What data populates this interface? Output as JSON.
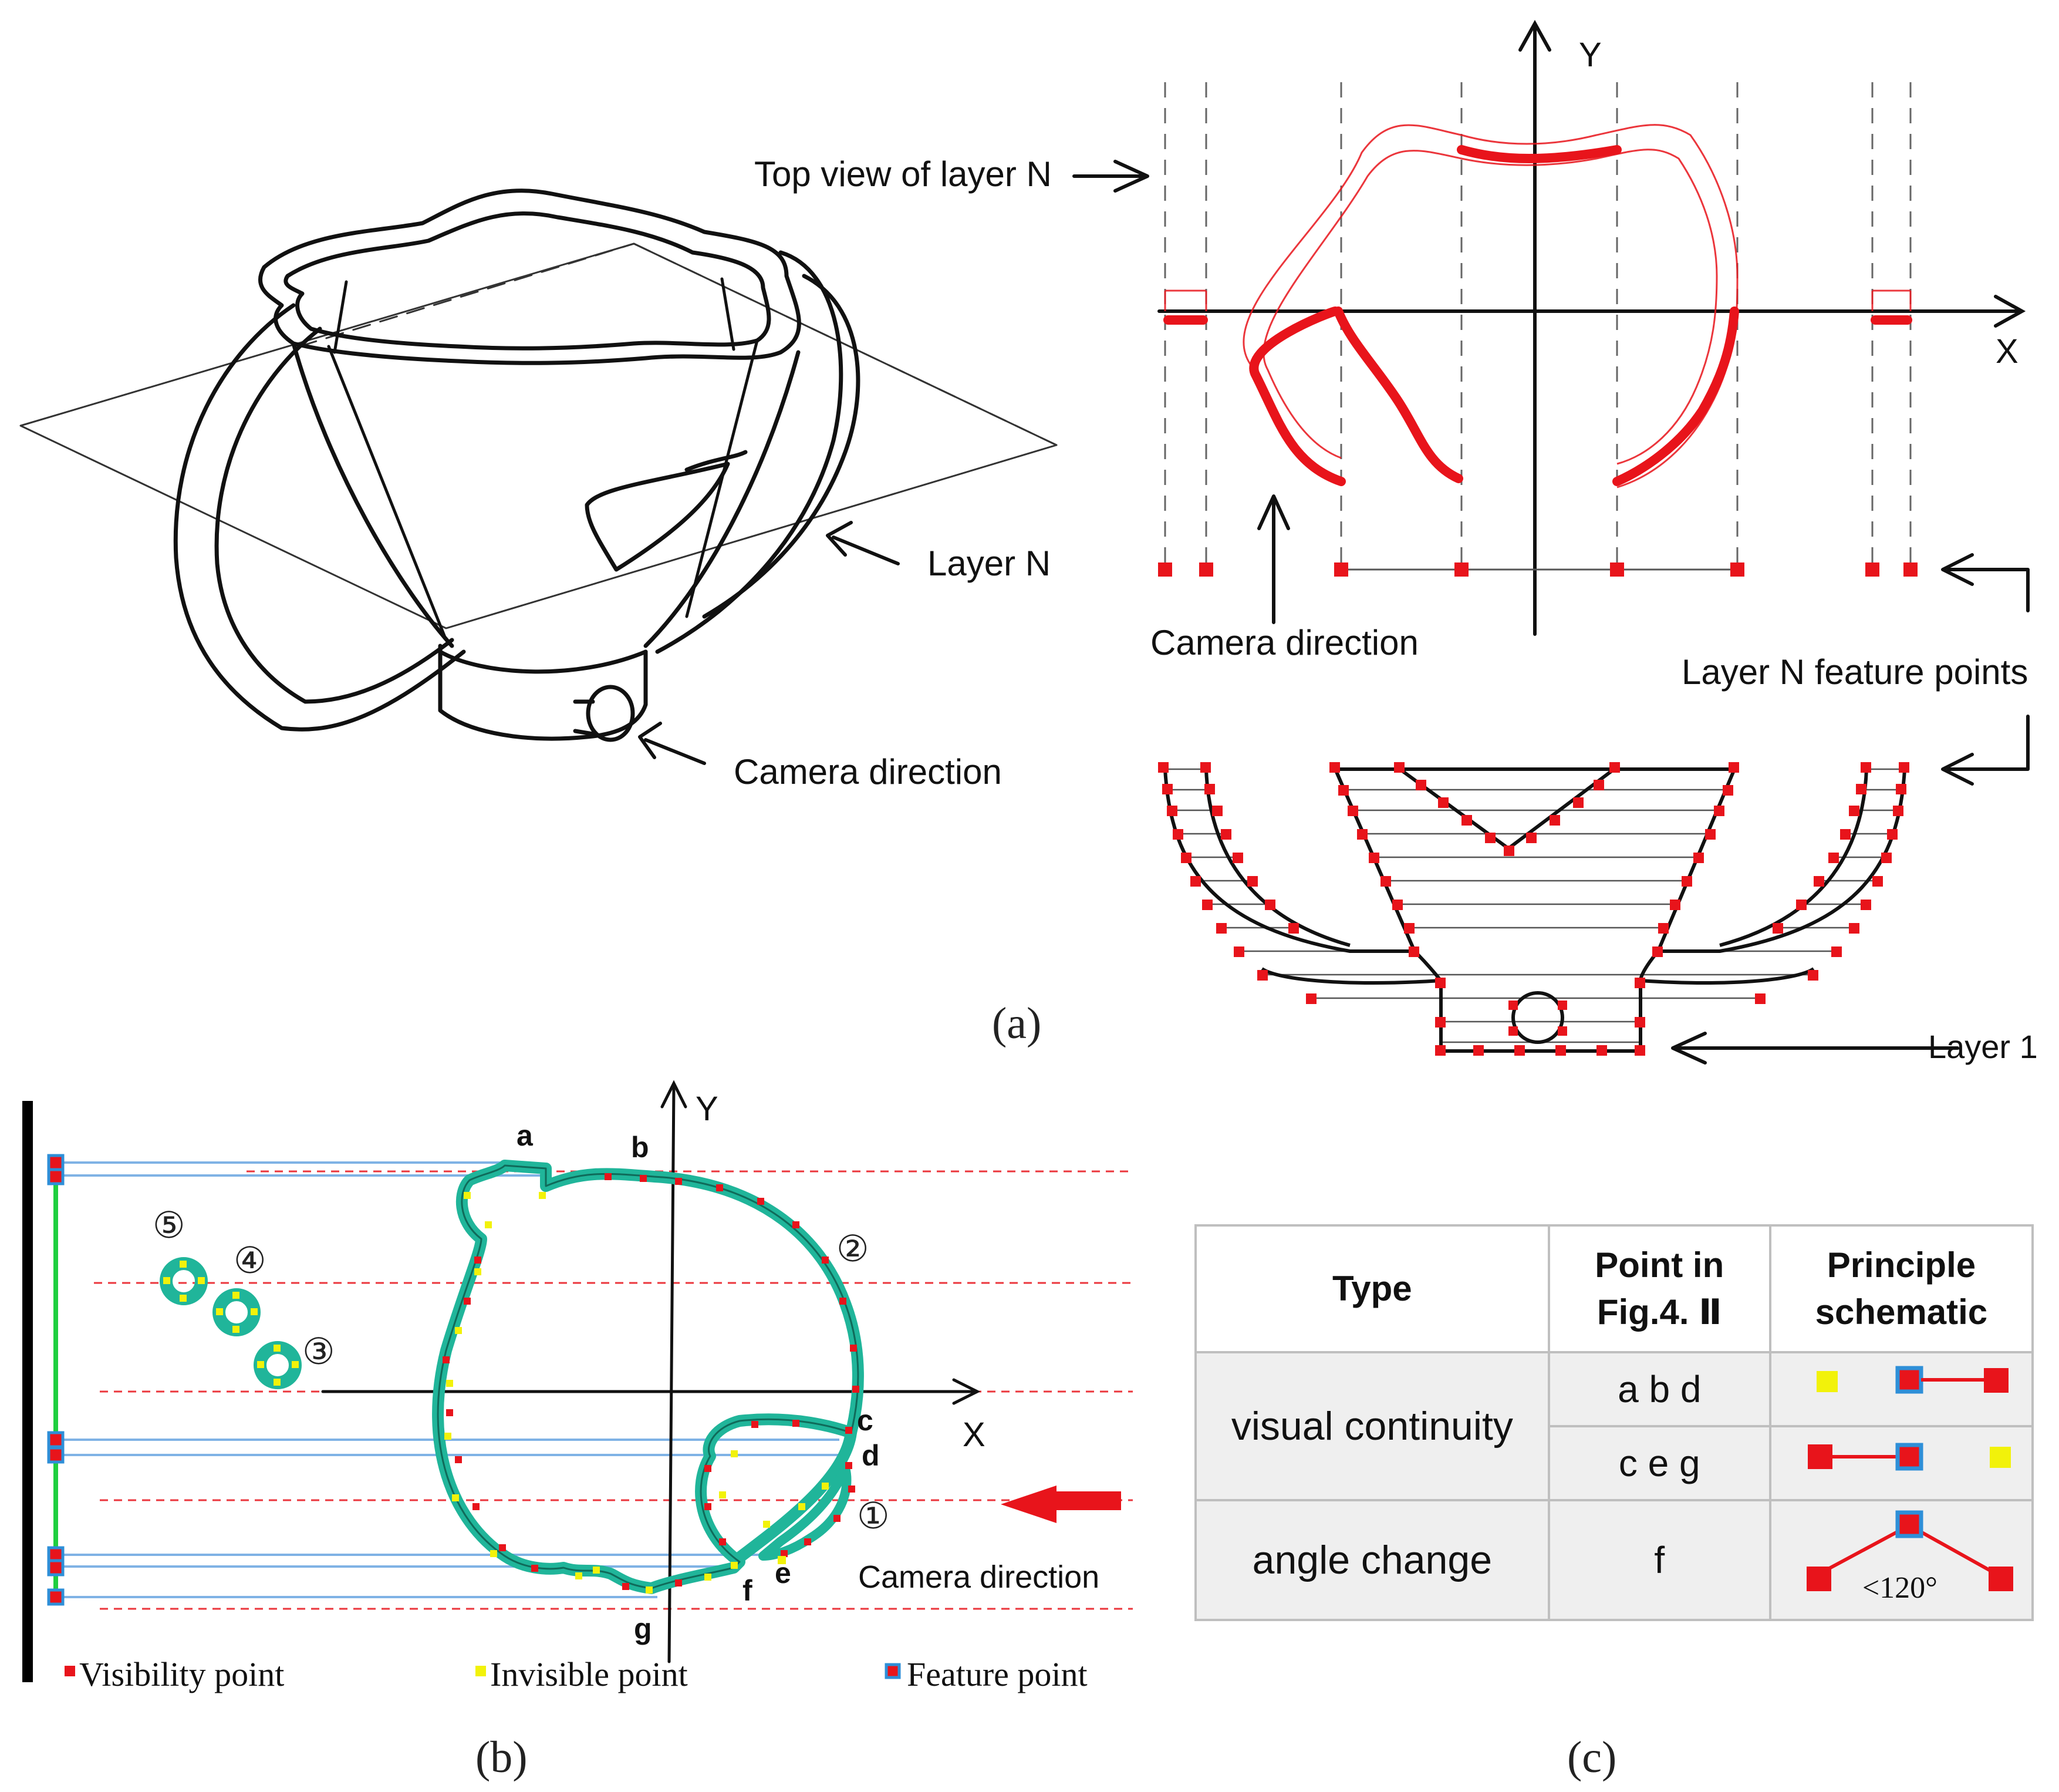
{
  "panel_a": {
    "label": "(a)",
    "callouts": {
      "top_view": "Top view of layer N",
      "layer_n": "Layer N",
      "camera_direction_3d": "Camera direction",
      "camera_direction_plan": "Camera direction",
      "feature_points": "Layer N feature points",
      "layer_1": "Layer 1"
    },
    "axes": {
      "x": "X",
      "y": "Y"
    }
  },
  "panel_b": {
    "label": "(b)",
    "axes": {
      "x": "X",
      "y": "Y"
    },
    "point_letters": [
      "a",
      "b",
      "c",
      "d",
      "e",
      "f",
      "g"
    ],
    "circled_numbers": [
      "①",
      "②",
      "③",
      "④",
      "⑤"
    ],
    "camera_label": "Camera direction",
    "legend": {
      "visibility": "Visibility point",
      "invisible": "Invisible point",
      "feature": "Feature point"
    },
    "colors": {
      "visible": "#e8141b",
      "invisible": "#f2f20a",
      "feature_border": "#2e8fd8",
      "contour": "#20b59a",
      "guide": "#7fb2e5"
    }
  },
  "panel_c": {
    "label": "(c)",
    "headers": {
      "type": "Type",
      "point": "Point in Fig.4. Ⅱ",
      "principle": "Principle schematic"
    },
    "rows": [
      {
        "type": "visual continuity",
        "points": "a b d"
      },
      {
        "type": "",
        "points": "c e g"
      },
      {
        "type": "angle change",
        "points": "f",
        "angle_label": "<120°"
      }
    ]
  }
}
